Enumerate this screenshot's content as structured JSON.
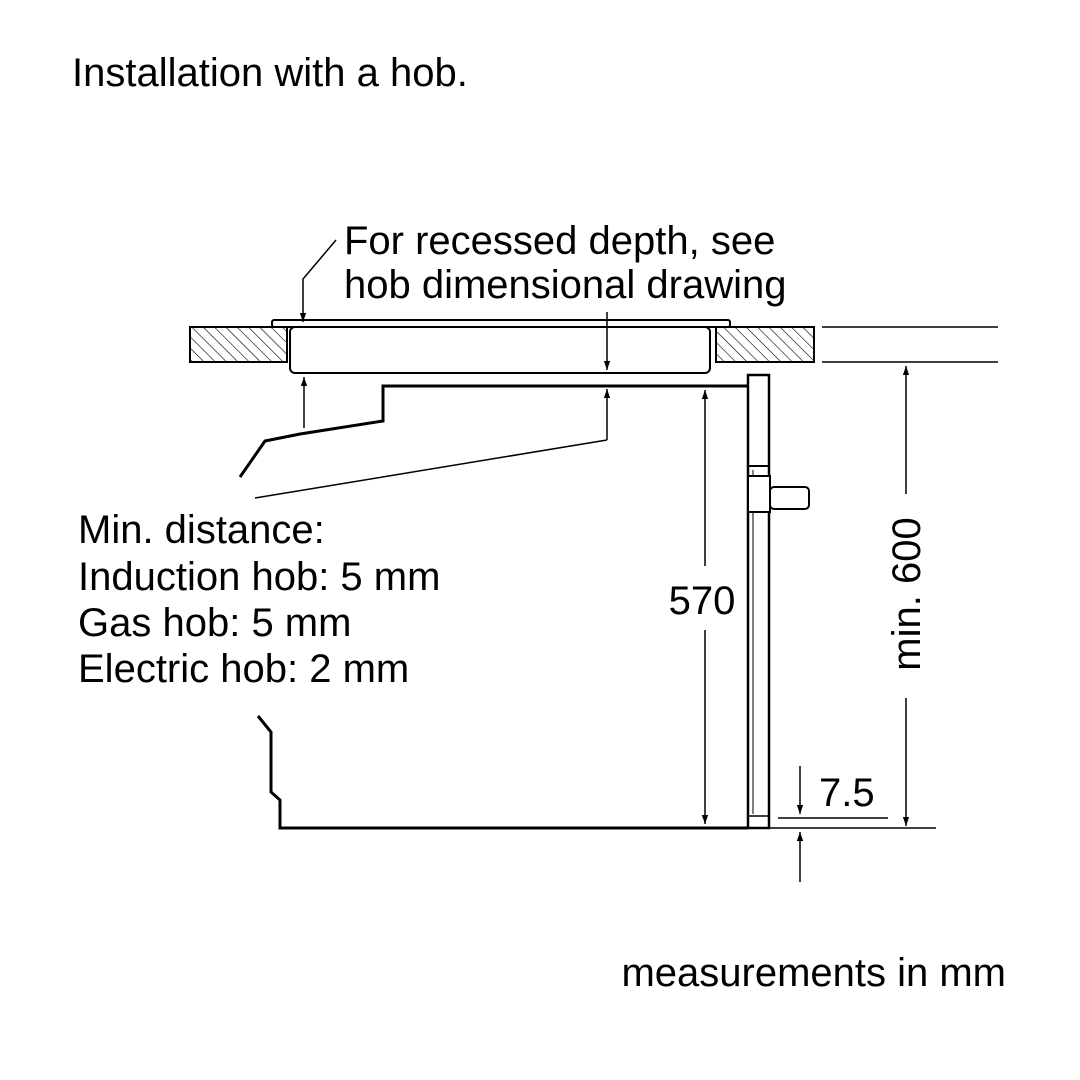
{
  "title": "Installation with a hob.",
  "callout_recess": {
    "line1": "For recessed depth, see",
    "line2": "hob dimensional drawing"
  },
  "min_distance": {
    "heading": "Min. distance:",
    "induction": "Induction hob: 5 mm",
    "gas": "Gas hob: 5 mm",
    "electric": "Electric hob: 2 mm"
  },
  "dimensions": {
    "oven_height": "570",
    "niche_height": "min. 600",
    "bottom_offset": "7.5"
  },
  "units_note": "measurements in mm"
}
